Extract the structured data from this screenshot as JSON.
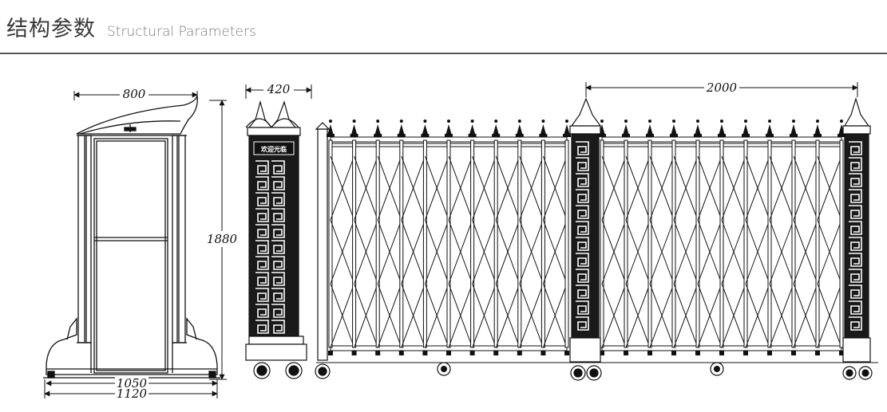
{
  "header": {
    "title_cn": "结构参数",
    "title_en": "Structural Parameters"
  },
  "dimensions": {
    "cabin_width": "800",
    "cabin_height": "1880",
    "base_inner": "1050",
    "base_outer": "1120",
    "pillar_width": "420",
    "gate_section": "2000"
  },
  "sign": {
    "text": "欢迎光临"
  },
  "colors": {
    "line": "#111111",
    "fill_dark": "#1a1a1a",
    "rule": "#555555"
  }
}
